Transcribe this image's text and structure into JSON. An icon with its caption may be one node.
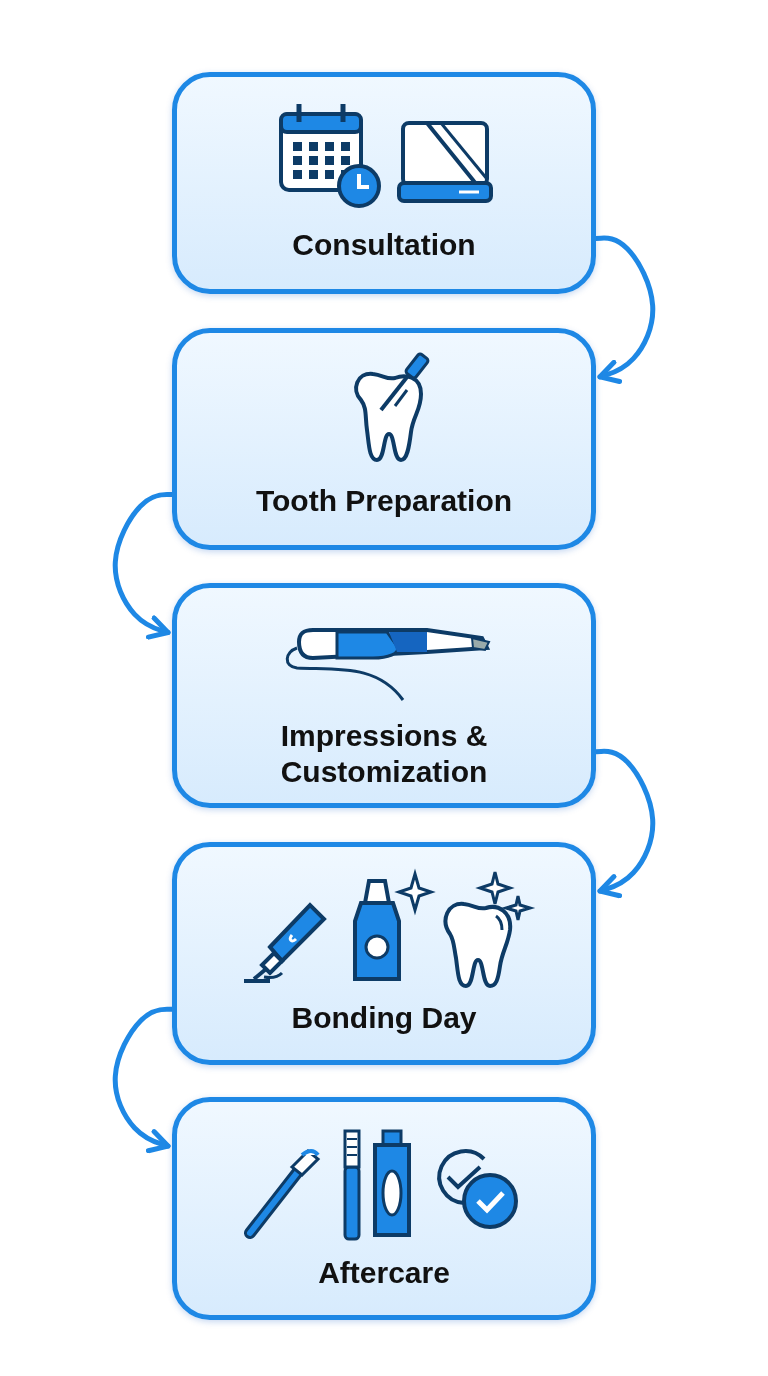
{
  "diagram": {
    "nodes": [
      {
        "text": [
          "Consultation"
        ]
      },
      {
        "text": [
          "Tooth Preparation"
        ]
      },
      {
        "text": [
          "Impressions & Customization"
        ]
      },
      {
        "text": [
          "Bonding Day"
        ]
      },
      {
        "text": [
          "Aftercare"
        ]
      }
    ],
    "edges": [
      {
        "from": 0,
        "to": 1,
        "arrow": "to"
      },
      {
        "from": 1,
        "to": 2,
        "arrow": "to"
      },
      {
        "from": 2,
        "to": 3,
        "arrow": "to"
      },
      {
        "from": 3,
        "to": 4,
        "arrow": "to"
      }
    ]
  }
}
